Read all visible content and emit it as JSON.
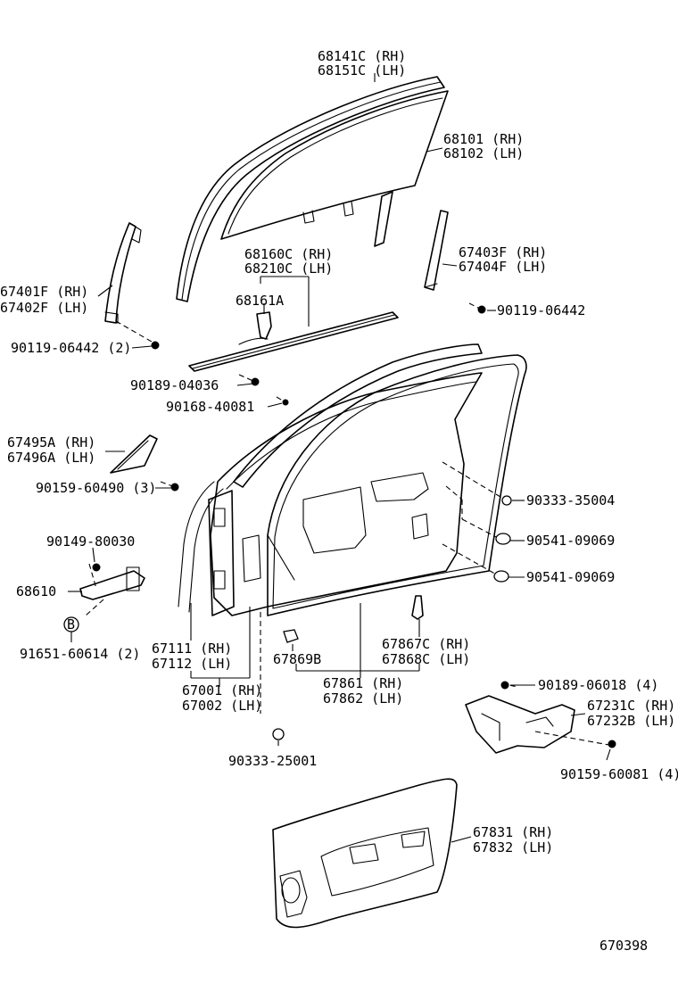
{
  "diagram_id": "670398",
  "labels": {
    "l68141": "68141C (RH)",
    "l68151": "68151C (LH)",
    "l68101": "68101 (RH)",
    "l68102": "68102 (LH)",
    "l67401": "67401F (RH)",
    "l67402": "67402F (LH)",
    "l68160": "68160C (RH)",
    "l68210": "68210C (LH)",
    "l67403": "67403F (RH)",
    "l67404": "67404F (LH)",
    "l68161": "68161A",
    "l90119a": "90119-06442",
    "l90119b": "90119-06442 (2)",
    "l90189a": "90189-04036",
    "l90168": "90168-40081",
    "l67495": "67495A (RH)",
    "l67496": "67496A (LH)",
    "l90159a": "90159-60490 (3)",
    "l90333a": "90333-35004",
    "l90541a": "90541-09069",
    "l90541b": "90541-09069",
    "l90149": "90149-80030",
    "l68610": "68610",
    "lB": "B",
    "l91651": "91651-60614 (2)",
    "l67111": "67111 (RH)",
    "l67112": "67112 (LH)",
    "l67867": "67867C (RH)",
    "l67868": "67868C (LH)",
    "l67869": "67869B",
    "l67861": "67861 (RH)",
    "l67862": "67862 (LH)",
    "l67001": "67001 (RH)",
    "l67002": "67002 (LH)",
    "l90189b": "90189-06018 (4)",
    "l67231": "67231C (RH)",
    "l67232": "67232B (LH)",
    "l90159b": "90159-60081 (4)",
    "l90333b": "90333-25001",
    "l67831": "67831 (RH)",
    "l67832": "67832 (LH)"
  }
}
